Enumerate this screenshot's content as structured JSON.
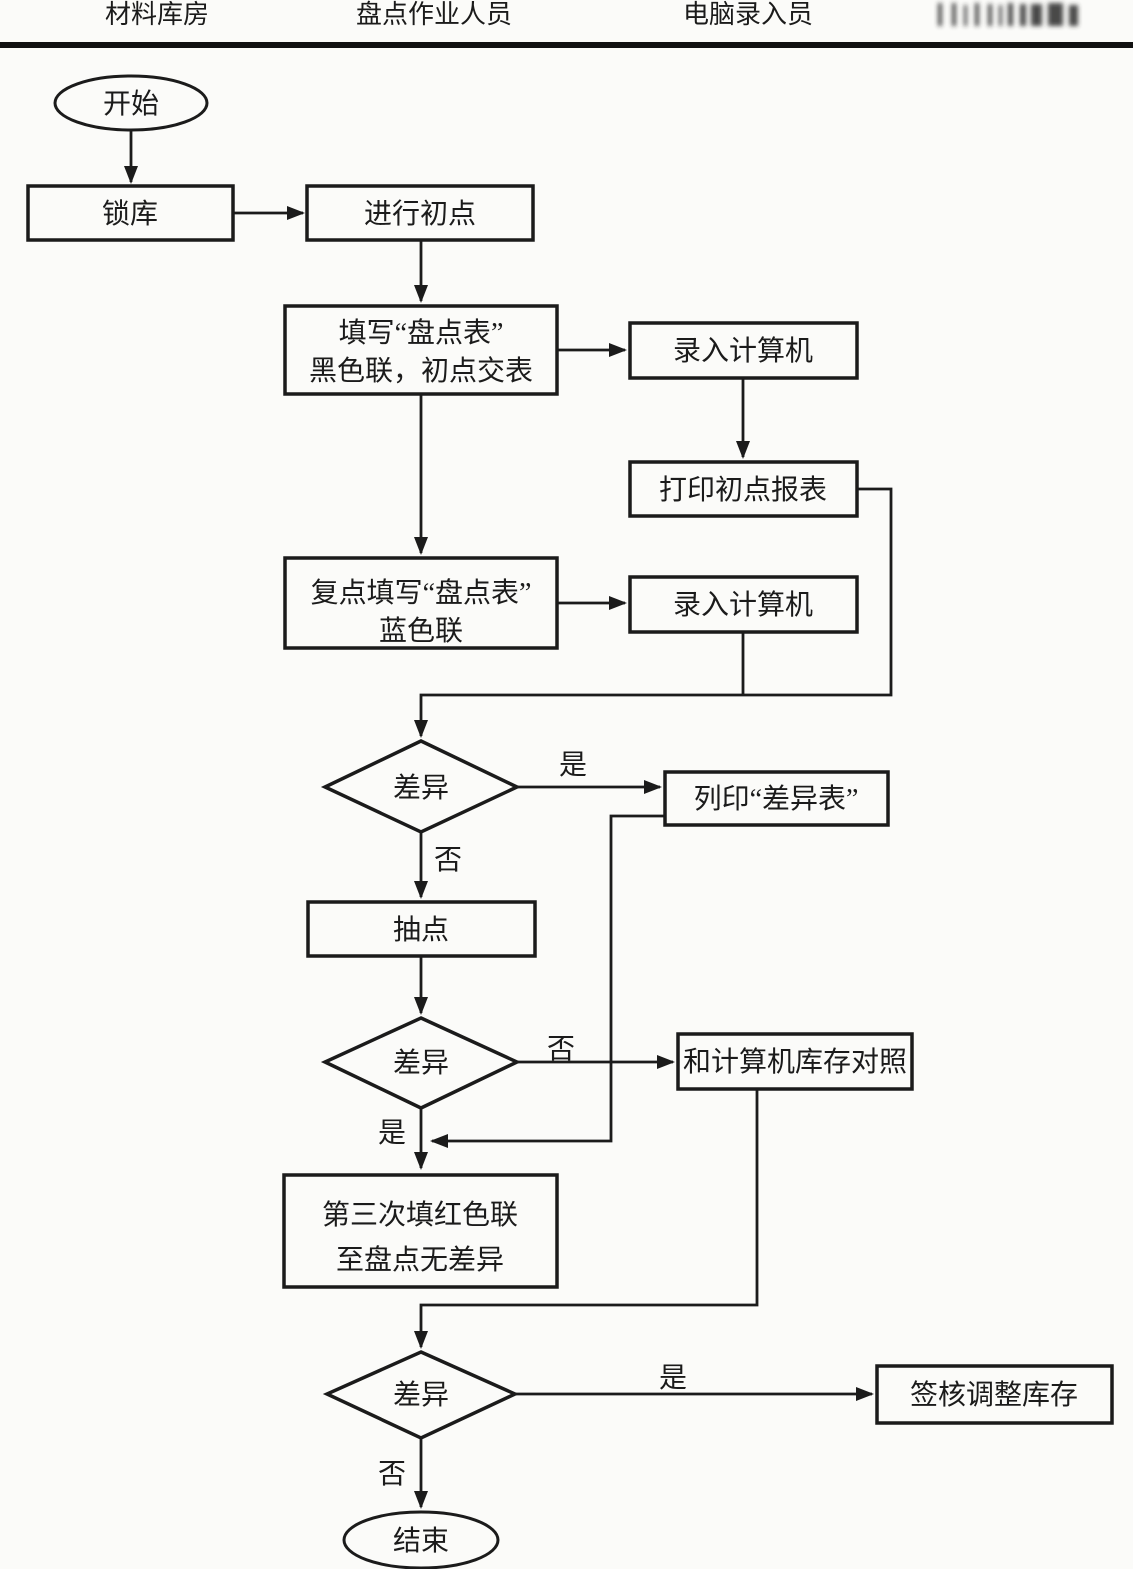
{
  "header": {
    "col1": "材料库房",
    "col2": "盘点作业人员",
    "col3": "电脑录入员"
  },
  "nodes": {
    "start": "开始",
    "lock": "锁库",
    "initial_count": "进行初点",
    "fill_sheet_line1": "填写“盘点表”",
    "fill_sheet_line2": "黑色联，初点交表",
    "enter_computer_1": "录入计算机",
    "print_report": "打印初点报表",
    "recount_line1": "复点填写“盘点表”",
    "recount_line2": "蓝色联",
    "enter_computer_2": "录入计算机",
    "diff1": "差异",
    "print_diff_sheet": "列印“差异表”",
    "spot_check": "抽点",
    "diff2": "差异",
    "compare_inventory": "和计算机库存对照",
    "third_fill_line1": "第三次填红色联",
    "third_fill_line2": "至盘点无差异",
    "diff3": "差异",
    "sign_adjust": "签核调整库存",
    "end": "结束"
  },
  "labels": {
    "yes1": "是",
    "no1": "否",
    "no2": "否",
    "yes2": "是",
    "yes3": "是",
    "no3": "否"
  },
  "colors": {
    "ink": "#1b1b1b",
    "paper": "#fbfbf9"
  }
}
